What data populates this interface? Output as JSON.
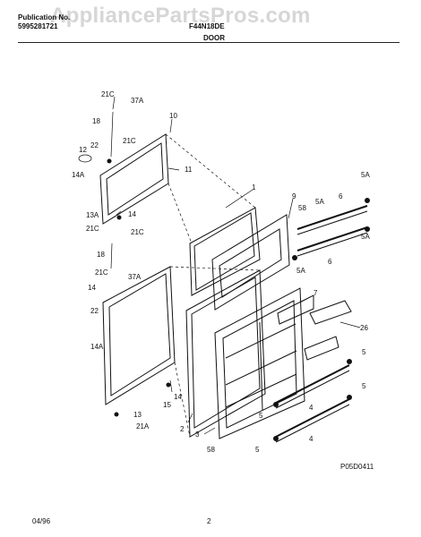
{
  "header": {
    "publication_label": "Publication No.",
    "publication_number": "5995281721",
    "model": "F44N18DE",
    "section": "DOOR"
  },
  "watermark": "AppliancePartsPros.com",
  "diagram": {
    "labels": {
      "p21C_a": "21C",
      "p37A_a": "37A",
      "p18_a": "18",
      "p10": "10",
      "p21C_b": "21C",
      "p22_a": "22",
      "p12": "12",
      "p14A_a": "14A",
      "p11": "11",
      "p13A": "13A",
      "p14_a": "14",
      "p21C_c": "21C",
      "p21C_d": "21C",
      "p18_b": "18",
      "p21C_e": "21C",
      "p37A_b": "37A",
      "p14_b": "14",
      "p22_b": "22",
      "p14A_b": "14A",
      "p14_c": "14",
      "p15": "15",
      "p13": "13",
      "p21A": "21A",
      "p1": "1",
      "p9": "9",
      "p58_a": "58",
      "p5A_a": "5A",
      "p6_a": "6",
      "p5A_b": "5A",
      "p5A_c": "5A",
      "p5A_d": "5A",
      "p6_b": "6",
      "p7": "7",
      "p26": "26",
      "p2": "2",
      "p3": "3",
      "p58_b": "58",
      "p5_a": "5",
      "p4_a": "4",
      "p5_b": "5",
      "p5_c": "5",
      "p4_b": "4",
      "p5_d": "5"
    },
    "figure_code": "P05D0411"
  },
  "footer": {
    "date": "04/96",
    "page": "2"
  }
}
